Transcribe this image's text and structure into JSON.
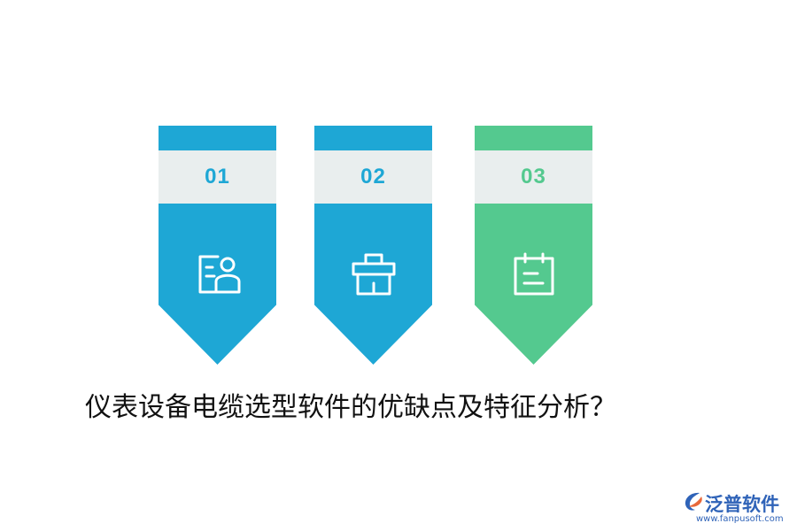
{
  "cards": [
    {
      "number": "01",
      "icon": "id-card-icon",
      "color": "#1ea7d5"
    },
    {
      "number": "02",
      "icon": "gift-box-icon",
      "color": "#1ea7d5"
    },
    {
      "number": "03",
      "icon": "calendar-icon",
      "color": "#54c98f"
    }
  ],
  "title": "仪表设备电缆选型软件的优缺点及特征分析？",
  "brand": {
    "name": "泛普软件",
    "url": "www.fanpusoft.com",
    "logo_colors": [
      "#2f63b8",
      "#e8683a"
    ]
  },
  "band_color": "#e9eeee"
}
